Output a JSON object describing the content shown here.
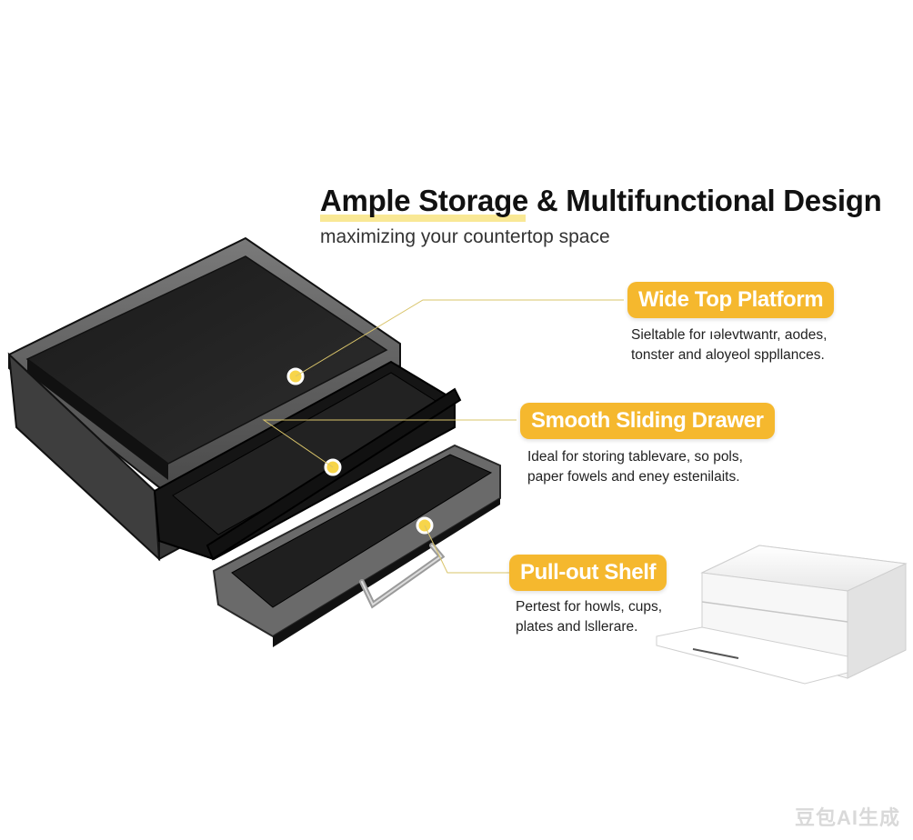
{
  "headline": {
    "title": "Ample Storage & Multifunctional Design",
    "subtitle": "maximizing your countertop space"
  },
  "accent_color": "#f5b82e",
  "features": [
    {
      "label": "Wide Top Platform",
      "desc_line1": "Sieltable for ıəlevtwantr, aodes,",
      "desc_line2": "tonster and aloyeol sppllances."
    },
    {
      "label": "Smooth Sliding Drawer",
      "desc_line1": "Ideal for storing tablevare, so pols,",
      "desc_line2": "paper fowels and eney estenilaits."
    },
    {
      "label": "Pull-out Shelf",
      "desc_line1": "Pertest for howls, cups,",
      "desc_line2": "plates and lsllerare."
    }
  ],
  "watermark": "豆包AI生成"
}
